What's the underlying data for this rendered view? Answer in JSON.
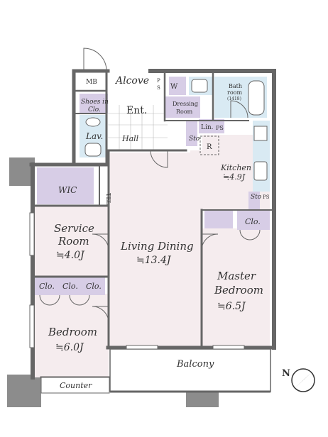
{
  "colors": {
    "wall": "#666666",
    "floor_pink": "#f5ecee",
    "floor_white": "#ffffff",
    "storage_lilac": "#d7cde6",
    "wet_blue": "#d9eaf3",
    "column_gray": "#8c8c8c",
    "balcony": "#ffffff",
    "text": "#333333"
  },
  "rooms": {
    "alcove": "Alcove",
    "mb": "MB",
    "ps1": "P\nS",
    "w": "W",
    "bath": "Bath\nroom\n(1418)",
    "shoes": "Shoes in\nClo.",
    "ent": "Ent.",
    "dressing": "Dressing\nRoom",
    "lav": "Lav.",
    "hall": "Hall",
    "sto1": "Sto",
    "lin": "Lin.",
    "ps2": "PS",
    "r": "R",
    "kitchen": "Kitchen",
    "kitchen_area": "≒4.9J",
    "wic": "WIC",
    "tel": "TEL",
    "service_room": "Service\nRoom",
    "service_area": "≒4.0J",
    "living": "Living Dining",
    "living_area": "≒13.4J",
    "sto2": "Sto",
    "ps3": "PS",
    "clo_master": "Clo.",
    "master": "Master\nBedroom",
    "master_area": "≒6.5J",
    "clo1": "Clo.",
    "clo2": "Clo.",
    "clo3": "Clo.",
    "bedroom": "Bedroom",
    "bedroom_area": "≒6.0J",
    "balcony": "Balcony",
    "counter": "Counter",
    "north": "N"
  }
}
